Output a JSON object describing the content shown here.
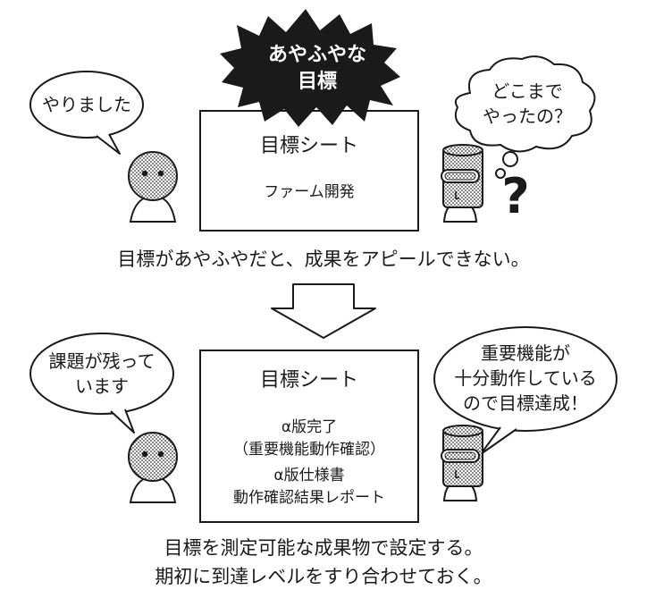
{
  "top": {
    "burst": [
      "あやふやな",
      "目標"
    ],
    "left_bubble": [
      "やりました"
    ],
    "right_bubble": [
      "どこまで",
      "やったの？"
    ],
    "question_mark": "?",
    "sheet": {
      "title": "目標シート",
      "lines": [
        "ファーム開発"
      ]
    },
    "caption": "目標があやふやだと、成果をアピールできない。"
  },
  "bottom": {
    "left_bubble": [
      "課題が残って",
      "います"
    ],
    "right_bubble": [
      "重要機能が",
      "十分動作している",
      "ので目標達成！"
    ],
    "sheet": {
      "title": "目標シート",
      "lines": [
        "α版完了",
        "（重要機能動作確認）",
        "α版仕様書",
        "動作確認結果レポート"
      ]
    },
    "caption": [
      "目標を測定可能な成果物で設定する。",
      "期初に到達レベルをすり合わせておく。"
    ]
  },
  "colors": {
    "ink": "#1a1a1a",
    "paper": "#ffffff",
    "burst": "#1a1a1a"
  }
}
